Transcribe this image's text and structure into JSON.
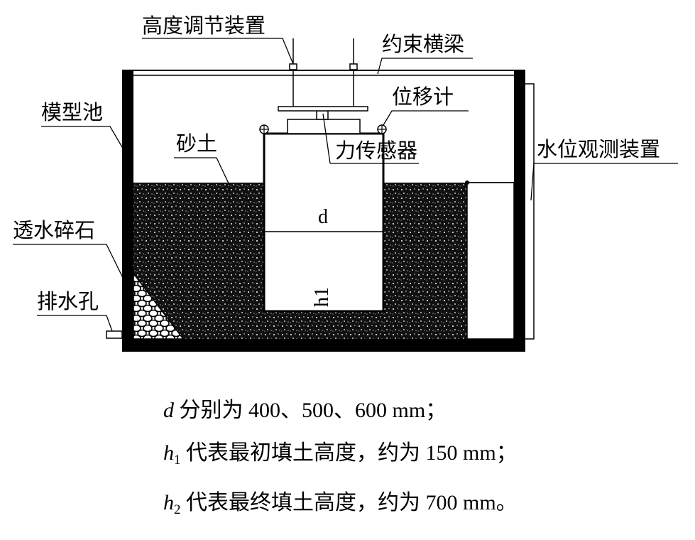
{
  "labels": {
    "height_adjuster": "高度调节装置",
    "restraint_beam": "约束横梁",
    "model_pool": "模型池",
    "displacement_meter": "位移计",
    "sand": "砂土",
    "force_sensor": "力传感器",
    "water_level_device": "水位观测装置",
    "permeable_gravel": "透水碎石",
    "drain_hole": "排水孔"
  },
  "dimensions": {
    "d": "d",
    "h1": "h1"
  },
  "notes": [
    {
      "var": "d",
      "sub": "",
      "text": "分别为 400、500、600 mm；"
    },
    {
      "var": "h",
      "sub": "1",
      "text": "代表最初填土高度，约为 150 mm；"
    },
    {
      "var": "h",
      "sub": "2",
      "text": "代表最终填土高度，约为 700 mm。"
    }
  ]
}
